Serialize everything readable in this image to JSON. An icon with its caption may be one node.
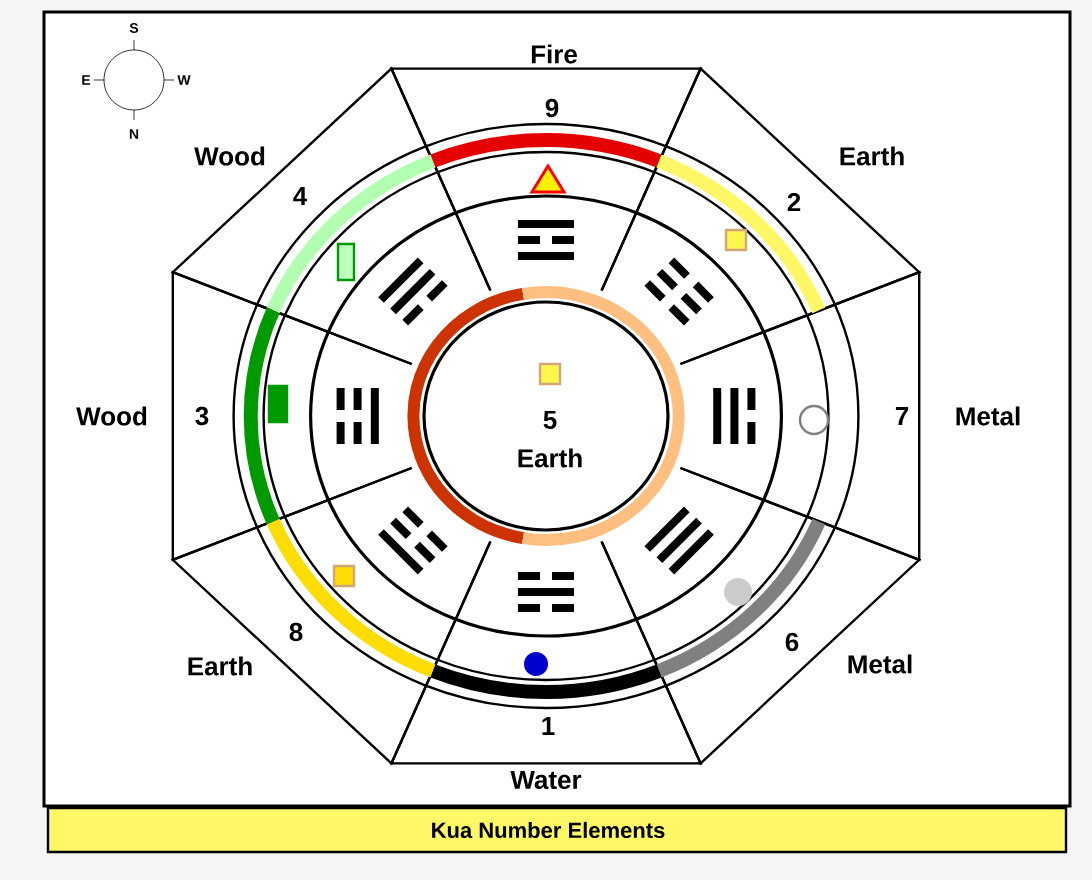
{
  "diagram": {
    "caption": "Kua Number Elements",
    "nodes": [
      {
        "text": [
          "Fire",
          "9"
        ]
      },
      {
        "text": [
          "Wood",
          "4"
        ]
      },
      {
        "text": [
          "Earth",
          "2"
        ]
      },
      {
        "text": [
          "Wood",
          "3"
        ]
      },
      {
        "text": [
          "5",
          "Earth"
        ]
      },
      {
        "text": [
          "7",
          "Metal"
        ]
      },
      {
        "text": [
          "Earth",
          "8"
        ]
      },
      {
        "text": [
          "6",
          "Metal"
        ]
      },
      {
        "text": [
          "1",
          "Water"
        ]
      }
    ],
    "labels": [
      "S",
      "E",
      "W",
      "N"
    ]
  }
}
